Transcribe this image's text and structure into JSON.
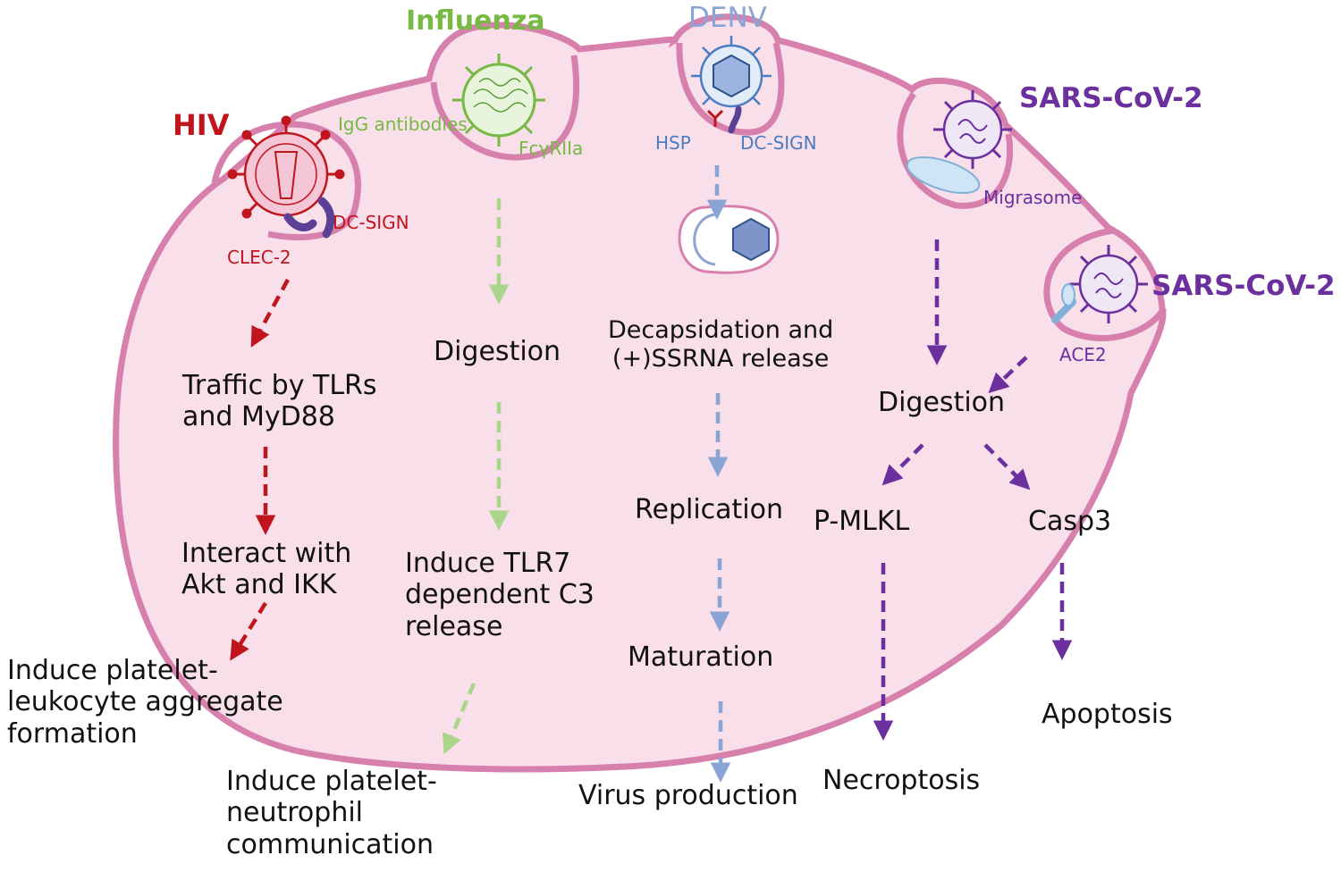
{
  "colors": {
    "membrane": "#d77fad",
    "cytoplasm": "#f8dfe9",
    "hiv": "#c0151d",
    "influenza": "#76b943",
    "influenza_arrow": "#a9d68b",
    "denv": "#8aa4d6",
    "denv_text": "#4b7cc2",
    "sars": "#6b2f9e",
    "text": "#111111"
  },
  "viruses": {
    "hiv": {
      "name": "HIV",
      "receptors": [
        "DC-SIGN",
        "CLEC-2"
      ]
    },
    "influenza": {
      "name": "Influenza",
      "receptors": [
        "IgG antibodies",
        "FcγRIIa"
      ]
    },
    "denv": {
      "name": "DENV",
      "receptors": [
        "HSP",
        "DC-SIGN"
      ]
    },
    "sars1": {
      "name": "SARS-CoV-2",
      "receptor": "Migrasome"
    },
    "sars2": {
      "name": "SARS-CoV-2",
      "receptor": "ACE2"
    }
  },
  "steps": {
    "hiv": [
      "Traffic by TLRs\nand MyD88",
      "Interact with\nAkt and IKK",
      "Induce platelet-\nleukocyte aggregate\nformation"
    ],
    "influenza": [
      "Digestion",
      "Induce TLR7\ndependent C3\nrelease",
      "Induce platelet-\nneutrophil\ncommunication"
    ],
    "denv": [
      "Decapsidation and\n(+)SSRNA release",
      "Replication",
      "Maturation",
      "Virus production"
    ],
    "sars": [
      "Digestion",
      "P-MLKL",
      "Casp3",
      "Necroptosis",
      "Apoptosis"
    ]
  },
  "icons": [
    "hiv-virion-icon",
    "influenza-virion-icon",
    "denv-virion-icon",
    "sars-cov-2-virion-icon",
    "migrasome-icon",
    "ace2-receptor-icon",
    "dc-sign-receptor-icon",
    "hsp-receptor-icon",
    "endosome-icon"
  ]
}
